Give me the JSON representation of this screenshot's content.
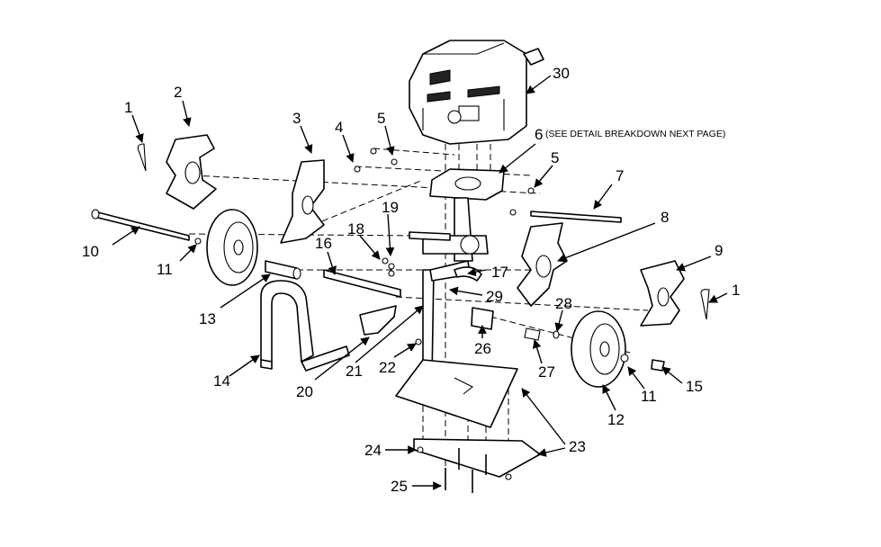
{
  "note": "(SEE DETAIL BREAKDOWN NEXT PAGE)",
  "callouts": [
    {
      "n": "1"
    },
    {
      "n": "2"
    },
    {
      "n": "3"
    },
    {
      "n": "4"
    },
    {
      "n": "5"
    },
    {
      "n": "6"
    },
    {
      "n": "5"
    },
    {
      "n": "7"
    },
    {
      "n": "8"
    },
    {
      "n": "9"
    },
    {
      "n": "1"
    },
    {
      "n": "10"
    },
    {
      "n": "11"
    },
    {
      "n": "11"
    },
    {
      "n": "12"
    },
    {
      "n": "13"
    },
    {
      "n": "14"
    },
    {
      "n": "15"
    },
    {
      "n": "16"
    },
    {
      "n": "17"
    },
    {
      "n": "18"
    },
    {
      "n": "19"
    },
    {
      "n": "20"
    },
    {
      "n": "21"
    },
    {
      "n": "22"
    },
    {
      "n": "23"
    },
    {
      "n": "24"
    },
    {
      "n": "25"
    },
    {
      "n": "26"
    },
    {
      "n": "27"
    },
    {
      "n": "28"
    },
    {
      "n": "29"
    },
    {
      "n": "30"
    }
  ]
}
